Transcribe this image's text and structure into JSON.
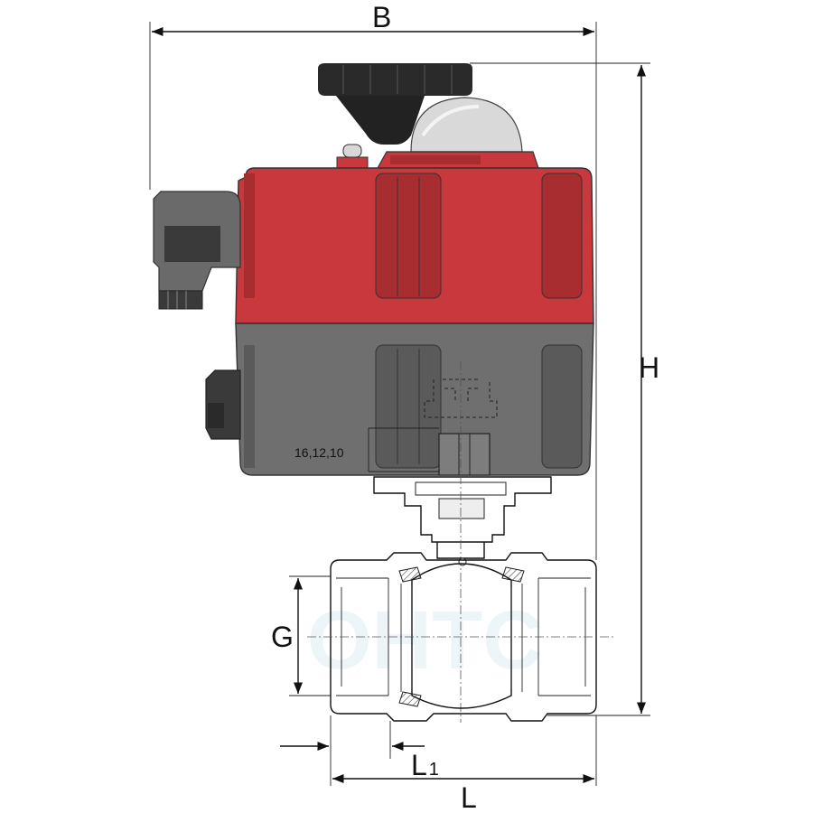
{
  "dimensions": {
    "B": "B",
    "H": "H",
    "G": "G",
    "L": "L",
    "L1_main": "L",
    "L1_sub": "1",
    "stem_sizes": "16,12,10"
  },
  "watermark": "ОНТС",
  "colors": {
    "actuator_top": "#c8383c",
    "actuator_top_dark": "#a82d31",
    "actuator_bottom": "#6f6f6f",
    "actuator_bottom_dark": "#5a5a5a",
    "handwheel": "#2a2a2a",
    "dome": "#d9d9d9",
    "connector": "#6a6a6a",
    "body": "#ffffff",
    "seal": "#e07a5f"
  }
}
